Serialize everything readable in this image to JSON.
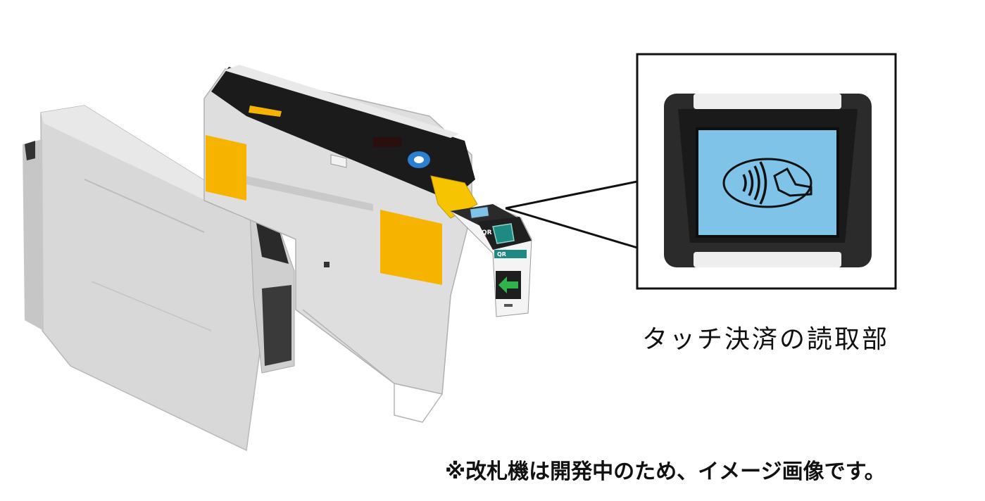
{
  "caption": "タッチ決済の読取部",
  "note": "※改札機は開発中のため、イメージ画像です。",
  "gate_labels": {
    "qr_small": "QR",
    "qr_panel": "QR"
  },
  "icons": {
    "contactless": "contactless-icon",
    "arrow": "green-left-arrow-icon"
  },
  "colors": {
    "gate_body": "#dcdcdc",
    "gate_body_dark": "#bdbdbd",
    "top_cover": "#1b1b1b",
    "accent_yellow": "#f6b400",
    "reader_screen": "#7fc4e8",
    "arrow_green": "#2fb34a",
    "panel_teal": "#1f8a83"
  }
}
